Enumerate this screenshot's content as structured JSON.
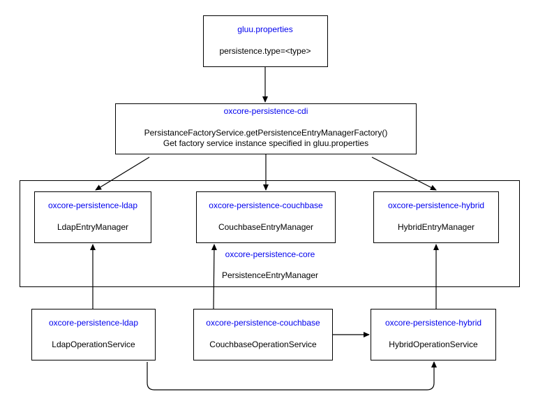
{
  "colors": {
    "module": "#0000ee",
    "text": "#000000",
    "line": "#000000"
  },
  "nodes": {
    "gluu": {
      "module": "gluu.properties",
      "lines": [
        "persistence.type=<type>"
      ]
    },
    "cdi": {
      "module": "oxcore-persistence-cdi",
      "lines": [
        "PersistanceFactoryService.getPersistenceEntryManagerFactory()",
        "Get factory service instance specified in gluu.properties"
      ]
    },
    "core": {
      "module": "oxcore-persistence-core",
      "lines": [
        "PersistenceEntryManager"
      ]
    },
    "ldap_em": {
      "module": "oxcore-persistence-ldap",
      "lines": [
        "LdapEntryManager"
      ]
    },
    "couchbase_em": {
      "module": "oxcore-persistence-couchbase",
      "lines": [
        "CouchbaseEntryManager"
      ]
    },
    "hybrid_em": {
      "module": "oxcore-persistence-hybrid",
      "lines": [
        "HybridEntryManager"
      ]
    },
    "ldap_os": {
      "module": "oxcore-persistence-ldap",
      "lines": [
        "LdapOperationService"
      ]
    },
    "couchbase_os": {
      "module": "oxcore-persistence-couchbase",
      "lines": [
        "CouchbaseOperationService"
      ]
    },
    "hybrid_os": {
      "module": "oxcore-persistence-hybrid",
      "lines": [
        "HybridOperationService"
      ]
    }
  },
  "edges": [
    {
      "from": "gluu",
      "to": "cdi"
    },
    {
      "from": "cdi",
      "to": "ldap_em"
    },
    {
      "from": "cdi",
      "to": "couchbase_em"
    },
    {
      "from": "cdi",
      "to": "hybrid_em"
    },
    {
      "from": "ldap_os",
      "to": "ldap_em"
    },
    {
      "from": "couchbase_os",
      "to": "couchbase_em"
    },
    {
      "from": "hybrid_os",
      "to": "hybrid_em"
    },
    {
      "from": "couchbase_os",
      "to": "hybrid_os"
    },
    {
      "from": "ldap_os",
      "to": "hybrid_os"
    }
  ]
}
